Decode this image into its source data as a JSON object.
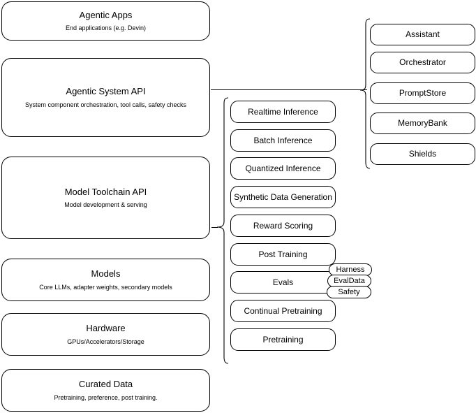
{
  "diagram": {
    "title": "AI stack layers diagram",
    "stroke_color": "#000000",
    "background_color": "#ffffff",
    "layers": [
      {
        "id": "agentic-apps",
        "title": "Agentic Apps",
        "subtitle": "End applications (e.g. Devin)"
      },
      {
        "id": "agentic-system-api",
        "title": "Agentic System API",
        "subtitle": "System component orchestration, tool calls, safety checks"
      },
      {
        "id": "model-toolchain-api",
        "title": "Model Toolchain API",
        "subtitle": "Model development & serving"
      },
      {
        "id": "models",
        "title": "Models",
        "subtitle": "Core LLMs, adapter weights, secondary models"
      },
      {
        "id": "hardware",
        "title": "Hardware",
        "subtitle": "GPUs/Accelerators/Storage"
      },
      {
        "id": "curated-data",
        "title": "Curated Data",
        "subtitle": "Pretraining, preference, post training."
      }
    ],
    "toolchain_capabilities": [
      {
        "id": "realtime-inference",
        "label": "Realtime Inference"
      },
      {
        "id": "batch-inference",
        "label": "Batch Inference"
      },
      {
        "id": "quantized-inference",
        "label": "Quantized Inference"
      },
      {
        "id": "synthetic-data-generation",
        "label": "Synthetic Data Generation"
      },
      {
        "id": "reward-scoring",
        "label": "Reward Scoring"
      },
      {
        "id": "post-training",
        "label": "Post Training"
      },
      {
        "id": "evals",
        "label": "Evals"
      },
      {
        "id": "continual-pretraining",
        "label": "Continual Pretraining"
      },
      {
        "id": "pretraining",
        "label": "Pretraining"
      }
    ],
    "evals_tags": [
      {
        "id": "harness",
        "label": "Harness"
      },
      {
        "id": "evaldata",
        "label": "EvalData"
      },
      {
        "id": "safety",
        "label": "Safety"
      }
    ],
    "system_components": [
      {
        "id": "assistant",
        "label": "Assistant"
      },
      {
        "id": "orchestrator",
        "label": "Orchestrator"
      },
      {
        "id": "promptstore",
        "label": "PromptStore"
      },
      {
        "id": "memorybank",
        "label": "MemoryBank"
      },
      {
        "id": "shields",
        "label": "Shields"
      }
    ]
  }
}
